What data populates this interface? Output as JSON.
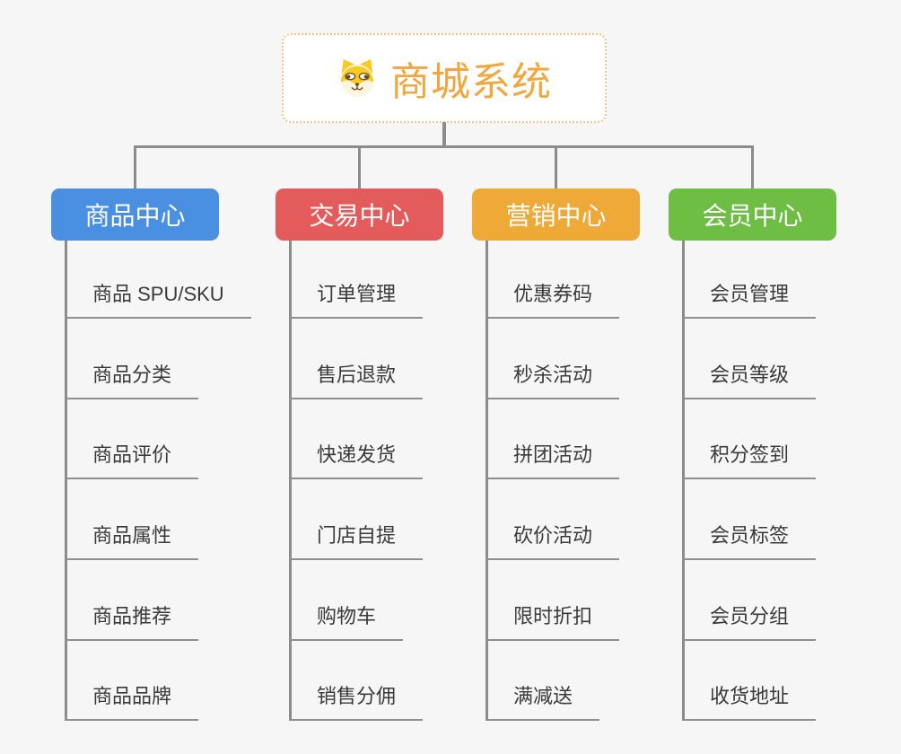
{
  "root": {
    "title": "商城系统",
    "icon": "doge-icon",
    "title_color": "#f1a73e",
    "border_color": "#efc684",
    "background": "#ffffff"
  },
  "style": {
    "canvas_background": "#f6f6f6",
    "connector_color": "#8c8c8c",
    "leaf_underline_color": "#8f8f8f",
    "leaf_text_color": "#3a3a3a"
  },
  "branches": [
    {
      "label": "商品中心",
      "color": "#4a90e2",
      "children": [
        "商品 SPU/SKU",
        "商品分类",
        "商品评价",
        "商品属性",
        "商品推荐",
        "商品品牌"
      ]
    },
    {
      "label": "交易中心",
      "color": "#e45b5b",
      "children": [
        "订单管理",
        "售后退款",
        "快递发货",
        "门店自提",
        "购物车",
        "销售分佣"
      ]
    },
    {
      "label": "营销中心",
      "color": "#efa936",
      "children": [
        "优惠券码",
        "秒杀活动",
        "拼团活动",
        "砍价活动",
        "限时折扣",
        "满减送"
      ]
    },
    {
      "label": "会员中心",
      "color": "#6fbe44",
      "children": [
        "会员管理",
        "会员等级",
        "积分签到",
        "会员标签",
        "会员分组",
        "收货地址"
      ]
    }
  ]
}
